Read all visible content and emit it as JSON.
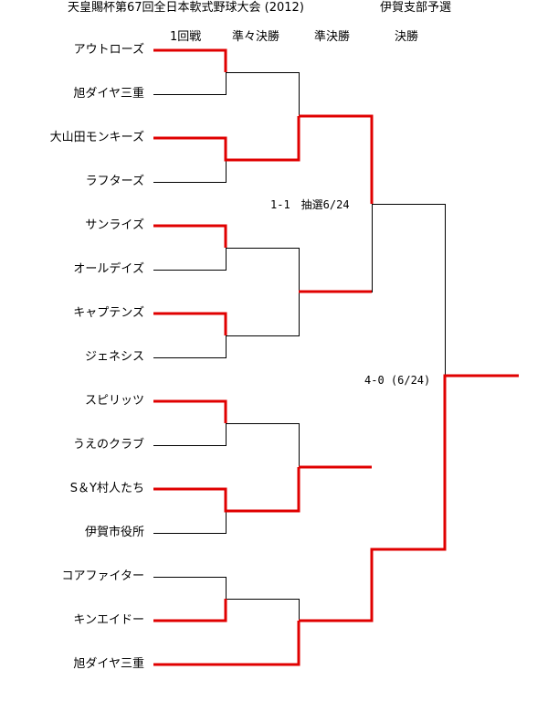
{
  "title": {
    "tournament": "天皇賜杯第67回全日本軟式野球大会 (2012)",
    "branch": "伊賀支部予選"
  },
  "rounds": [
    "1回戦",
    "準々決勝",
    "準決勝",
    "決勝"
  ],
  "teams": [
    "アウトローズ",
    "旭ダイヤ三重",
    "大山田モンキーズ",
    "ラフターズ",
    "サンライズ",
    "オールデイズ",
    "キャプテンズ",
    "ジェネシス",
    "スピリッツ",
    "うえのクラブ",
    "S＆Y村人たち",
    "伊賀市役所",
    "コアファイター",
    "キンエイドー",
    "旭ダイヤ三重"
  ],
  "notes": {
    "semifinal_1": "1-1　抽選6/24",
    "final": "4-0 (6/24)"
  },
  "colors": {
    "winner_path": "#e00000",
    "loser_path": "#000000"
  }
}
